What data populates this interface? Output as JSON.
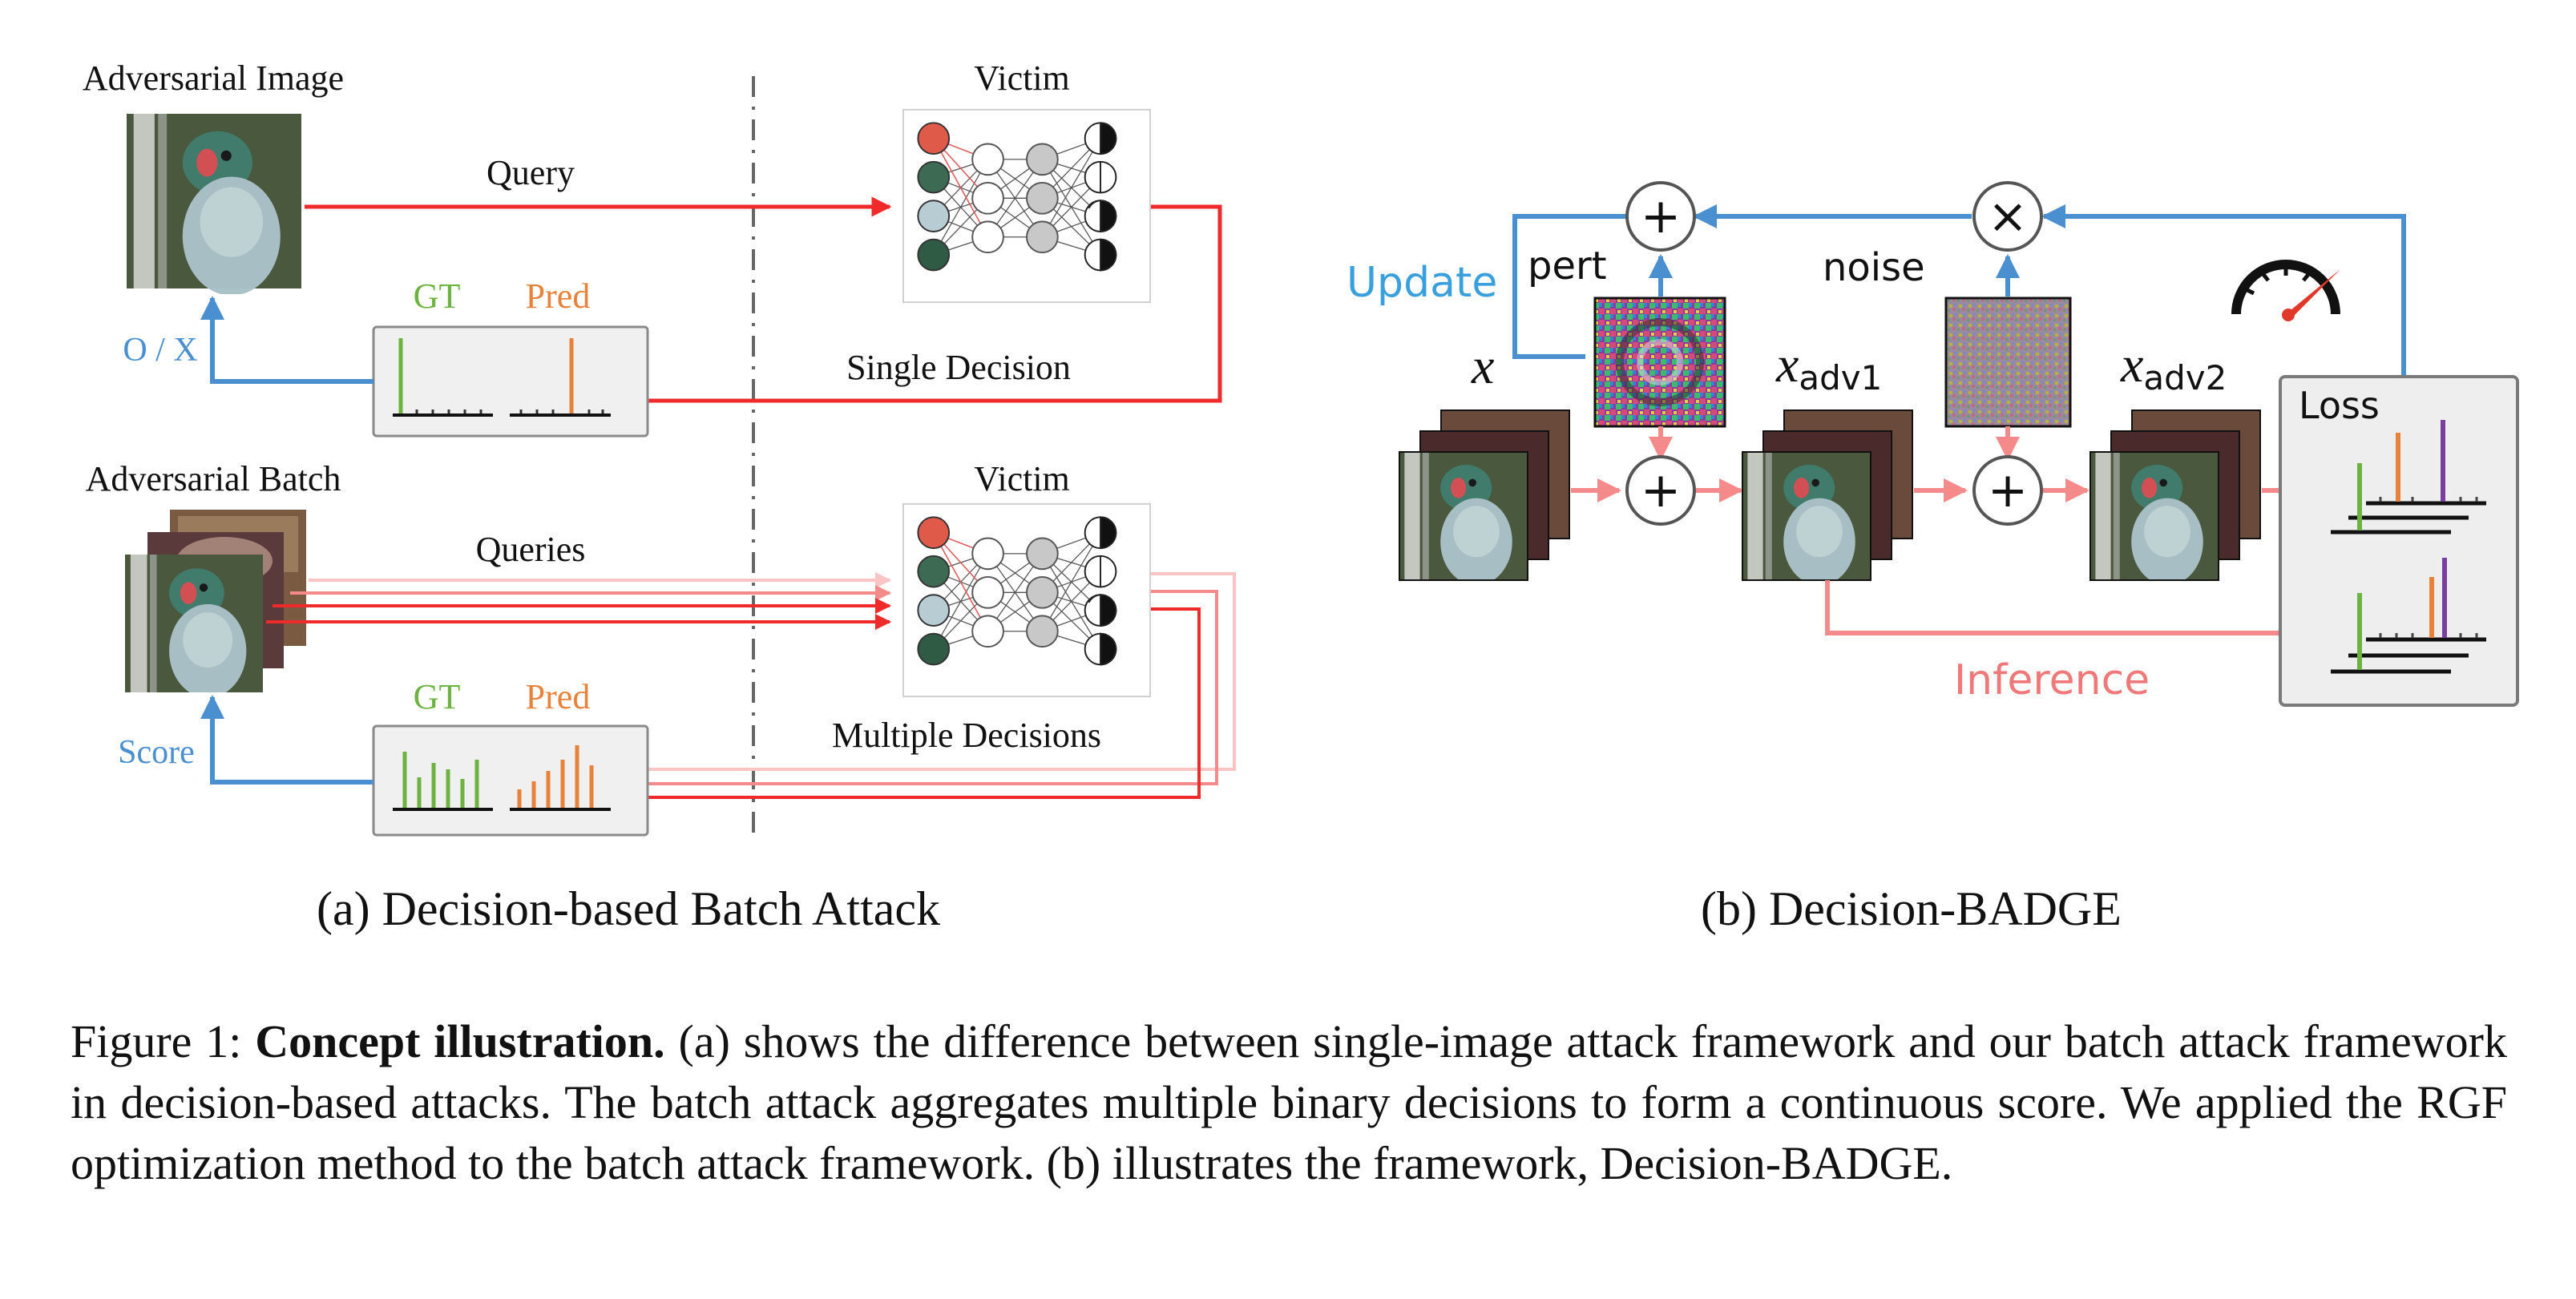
{
  "panel_a": {
    "label_adversarial_image": "Adversarial Image",
    "label_victim_top": "Victim",
    "label_query": "Query",
    "label_gt_top": "GT",
    "label_pred_top": "Pred",
    "label_ox": "O / X",
    "label_single_decision": "Single Decision",
    "label_adversarial_batch": "Adversarial Batch",
    "label_victim_bottom": "Victim",
    "label_queries": "Queries",
    "label_gt_bottom": "GT",
    "label_pred_bottom": "Pred",
    "label_score": "Score",
    "label_multiple_decisions": "Multiple Decisions",
    "subcaption": "(a) Decision-based Batch Attack"
  },
  "panel_b": {
    "label_update": "Update",
    "label_pert": "pert",
    "label_noise": "noise",
    "label_x": "x",
    "label_x_adv1_base": "x",
    "label_x_adv1_sub": "adv1",
    "label_x_adv2_base": "x",
    "label_x_adv2_sub": "adv2",
    "label_loss": "Loss",
    "label_inference": "Inference",
    "symbol_plus": "+",
    "symbol_times": "×",
    "subcaption": "(b) Decision-BADGE"
  },
  "caption": {
    "prefix": "Figure 1: ",
    "title": "Concept illustration.",
    "body": " (a) shows the difference between single-image attack framework and our batch attack framework in decision-based attacks. The batch attack aggregates multiple binary decisions to form a continuous score. We applied the RGF optimization method to the batch attack framework. (b) illustrates the framework, Decision-BADGE."
  },
  "colors": {
    "red_arrow": "#ee2a2a",
    "pink_arrow": "#f58a8a",
    "light_pink_arrow": "#f8c4c4",
    "blue_arrow": "#4a8fd0",
    "update_text": "#3aa0dd",
    "inference_text": "#f07878",
    "gt_green": "#6db33f",
    "pred_orange": "#e8823a",
    "purple": "#7b3fa0"
  }
}
